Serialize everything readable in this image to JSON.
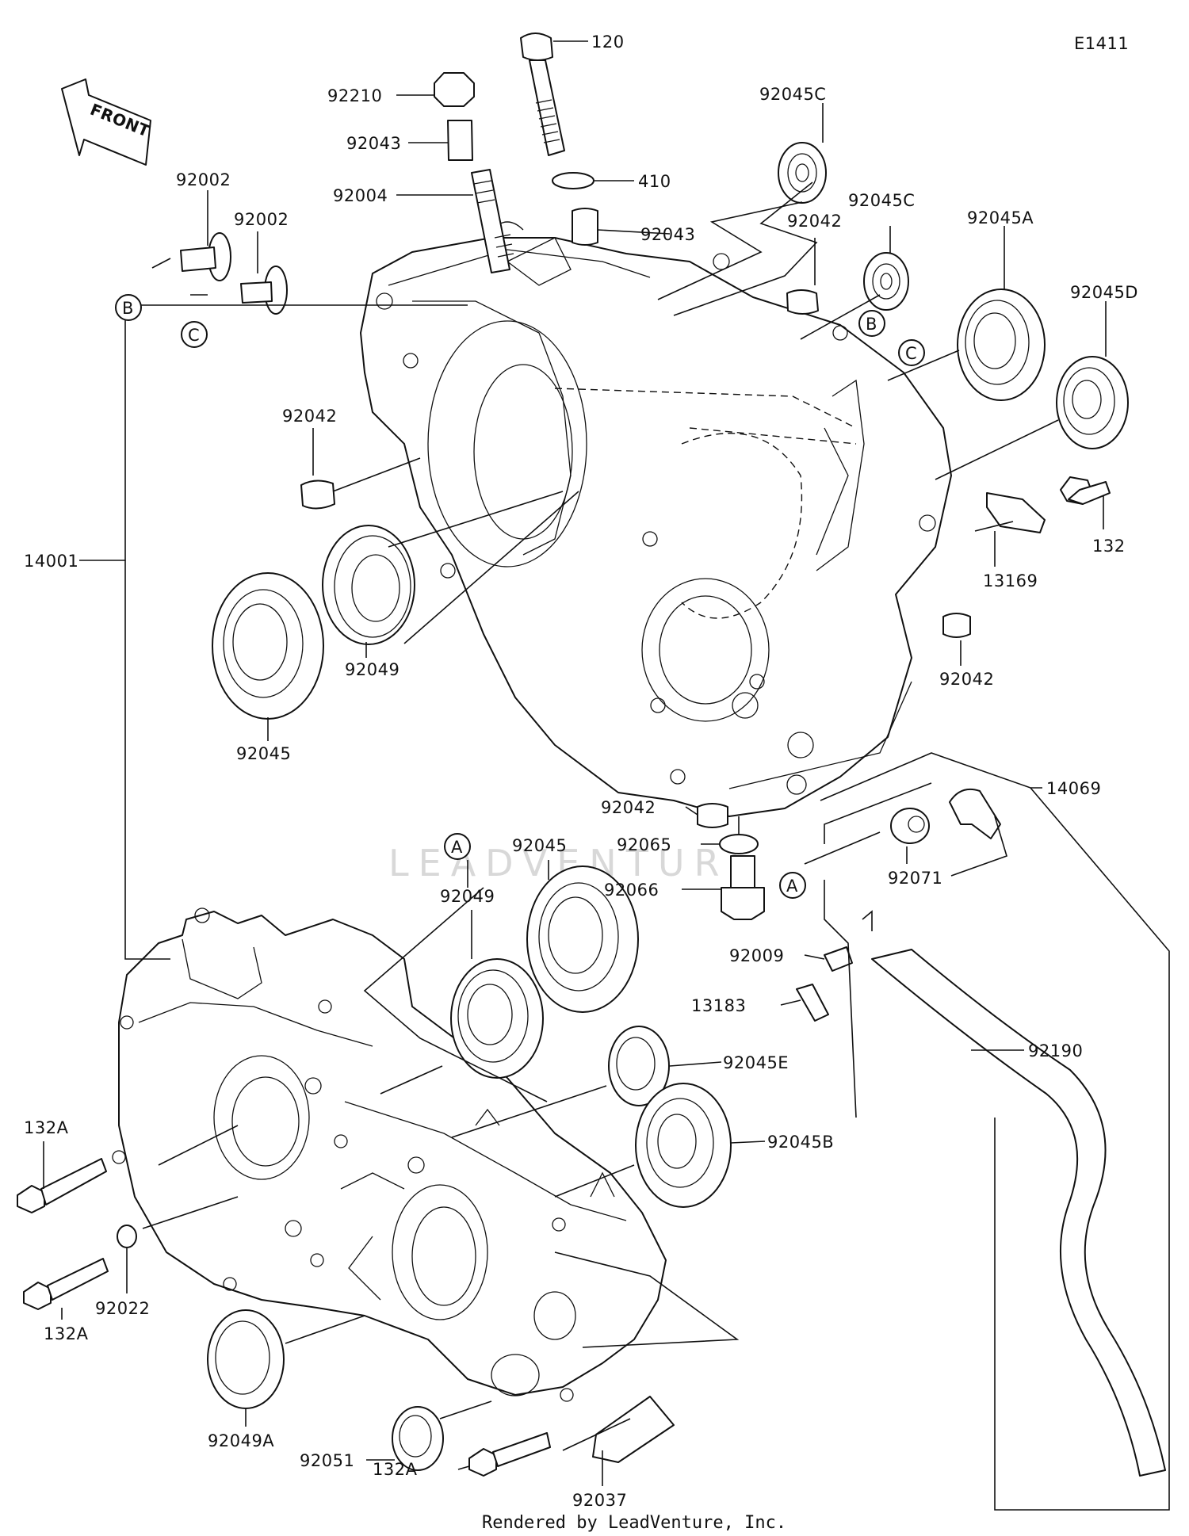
{
  "diagram": {
    "code": "E1411",
    "front_label": "FRONT",
    "footer": "Rendered by LeadVenture, Inc.",
    "watermark": "LEADVENTURE",
    "callouts": {
      "a": "A",
      "b": "B",
      "c": "C"
    },
    "part_numbers": {
      "p120": "120",
      "p92210": "92210",
      "p92043a": "92043",
      "p92004": "92004",
      "p410": "410",
      "p92043b": "92043",
      "p92045c1": "92045C",
      "p92045c2": "92045C",
      "p92042top": "92042",
      "p92045a": "92045A",
      "p92045d": "92045D",
      "p92002a": "92002",
      "p92002b": "92002",
      "p92042left": "92042",
      "p132": "132",
      "p13169": "13169",
      "p92042right": "92042",
      "p14001": "14001",
      "p92049top": "92049",
      "p92045left": "92045",
      "p92042mid": "92042",
      "p92065": "92065",
      "p92066": "92066",
      "p14069": "14069",
      "p92071": "92071",
      "p92045mid": "92045",
      "p92049mid": "92049",
      "p92009": "92009",
      "p13183": "13183",
      "p92045e": "92045E",
      "p92190": "92190",
      "p92045b": "92045B",
      "p132a1": "132A",
      "p132a2": "132A",
      "p92022": "92022",
      "p92049a": "92049A",
      "p92051": "92051",
      "p132a3": "132A",
      "p92037": "92037"
    }
  }
}
